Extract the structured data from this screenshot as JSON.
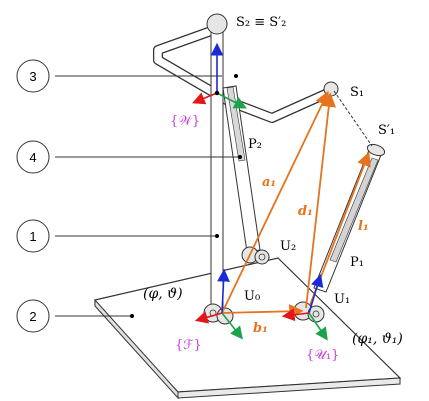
{
  "labels": {
    "s2": "S₂ ≡ S′₂",
    "s1": "S₁",
    "s1p": "S′₁",
    "p2": "P₂",
    "p1": "P₁",
    "u0": "U₀",
    "u1": "U₁",
    "u2": "U₂",
    "phi_theta": "(φ, ϑ)",
    "phi1_theta1": "(φ₁, ϑ₁)"
  },
  "frames": {
    "w": "{𝒲}",
    "f": "{ℱ}",
    "u1": "{𝒰₁}"
  },
  "vectors": {
    "a1": "a₁",
    "b1": "b₁",
    "d1": "d₁",
    "l1": "l₁"
  },
  "callouts": [
    "3",
    "4",
    "1",
    "2"
  ],
  "colors": {
    "orange": "#e8731e",
    "magenta": "#c23fd8",
    "red": "#e3161a",
    "green": "#1aa34a",
    "blue": "#1a2ad6"
  }
}
